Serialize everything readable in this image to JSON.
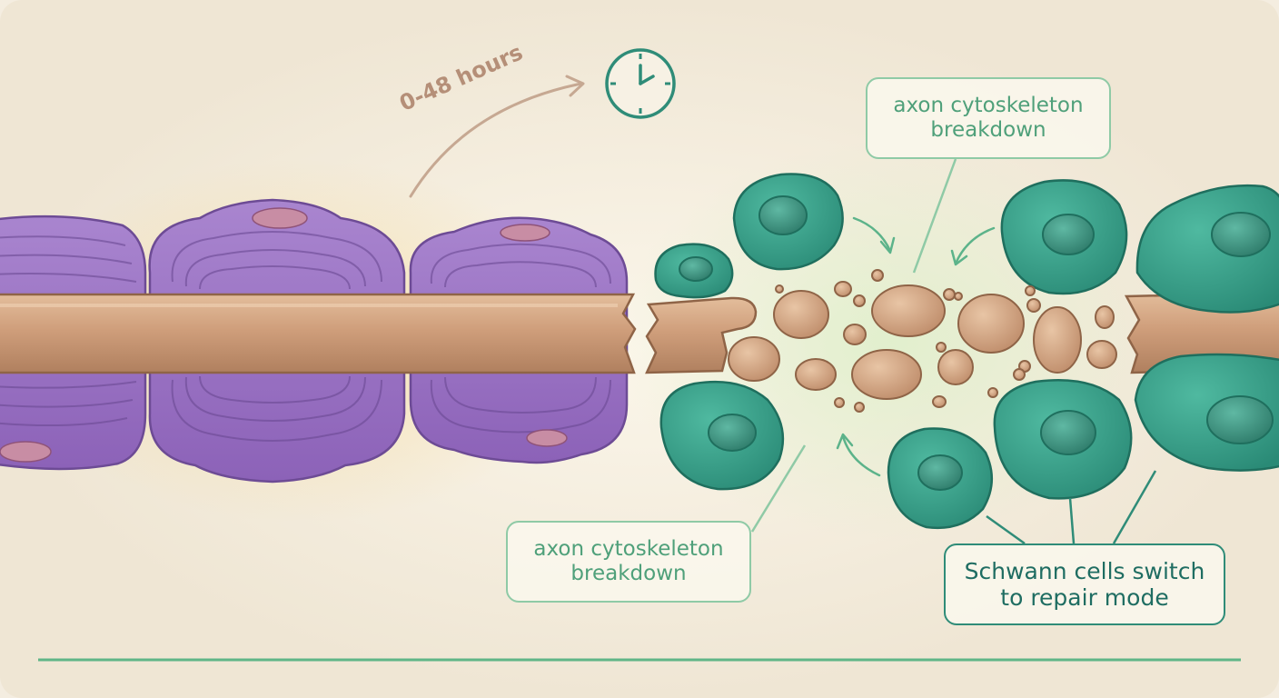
{
  "illustration": {
    "time_label": "0-48 hours",
    "time_icon": "clock-icon",
    "callouts": {
      "top": [
        "axon cytoskeleton",
        "breakdown"
      ],
      "bottom": [
        "axon cytoskeleton",
        "breakdown"
      ],
      "schwann": [
        "Schwann cells switch",
        "to repair mode"
      ]
    }
  },
  "colors": {
    "background": "#f4ede0",
    "myelin": "#9a6fc0",
    "axon": "#cf9e7b",
    "schwann_cell": "#3aa38d",
    "callout_light": "#8fcaa6",
    "callout_dark": "#2f8c78",
    "baseline": "#5fb587"
  }
}
